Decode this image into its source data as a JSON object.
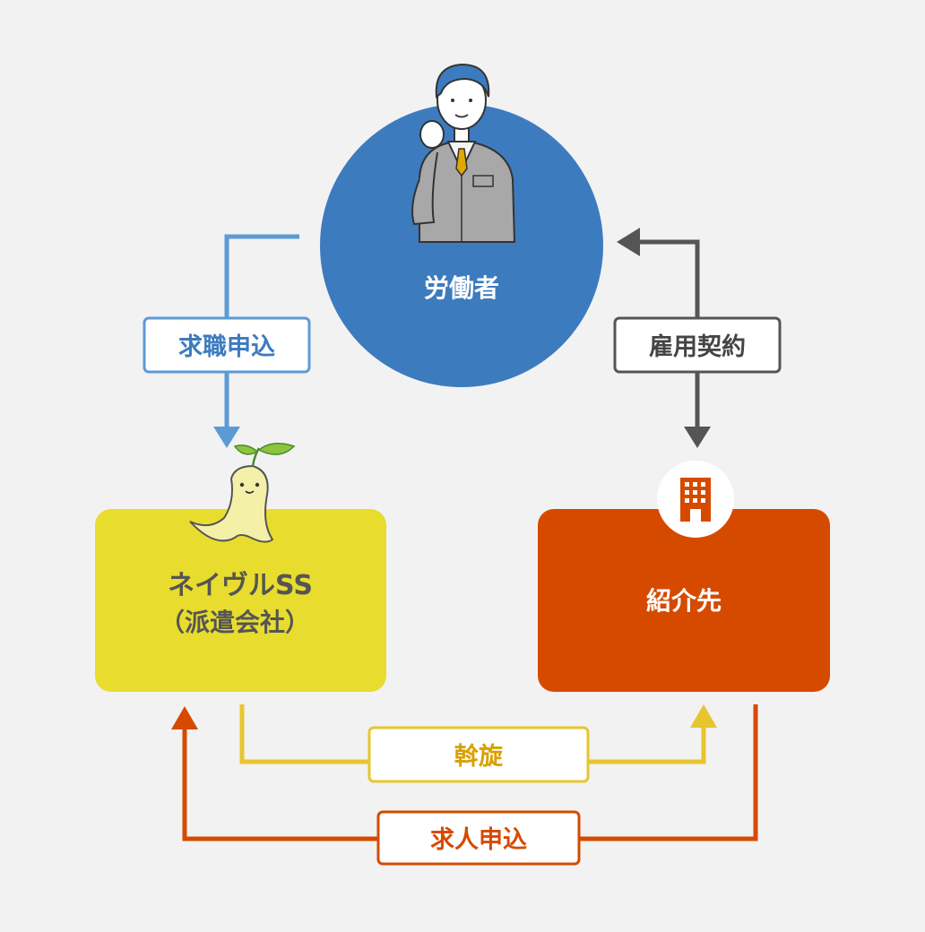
{
  "colors": {
    "background": "#f2f2f2",
    "worker_circle": "#3d7bbf",
    "dispatch_box": "#e8dc2e",
    "client_box": "#d64a00",
    "arrow_job_application": "#5b9bd5",
    "arrow_employment_contract": "#555555",
    "arrow_mediation": "#e8c52e",
    "arrow_job_offer": "#d64a00"
  },
  "nodes": {
    "worker": {
      "label": "労働者",
      "icon": "worker-illustration"
    },
    "dispatch_company": {
      "name": "ネイヴルSS",
      "sub": "（派遣会社）",
      "icon": "sprout-mascot"
    },
    "client": {
      "label": "紹介先",
      "icon": "building-icon"
    }
  },
  "edges": {
    "job_application": {
      "label": "求職申込",
      "from": "worker",
      "to": "dispatch_company"
    },
    "employment_contract": {
      "label": "雇用契約",
      "between": [
        "client",
        "worker"
      ]
    },
    "mediation": {
      "label": "斡旋",
      "from": "dispatch_company",
      "to": "client"
    },
    "job_offer": {
      "label": "求人申込",
      "from": "client",
      "to": "dispatch_company"
    }
  }
}
